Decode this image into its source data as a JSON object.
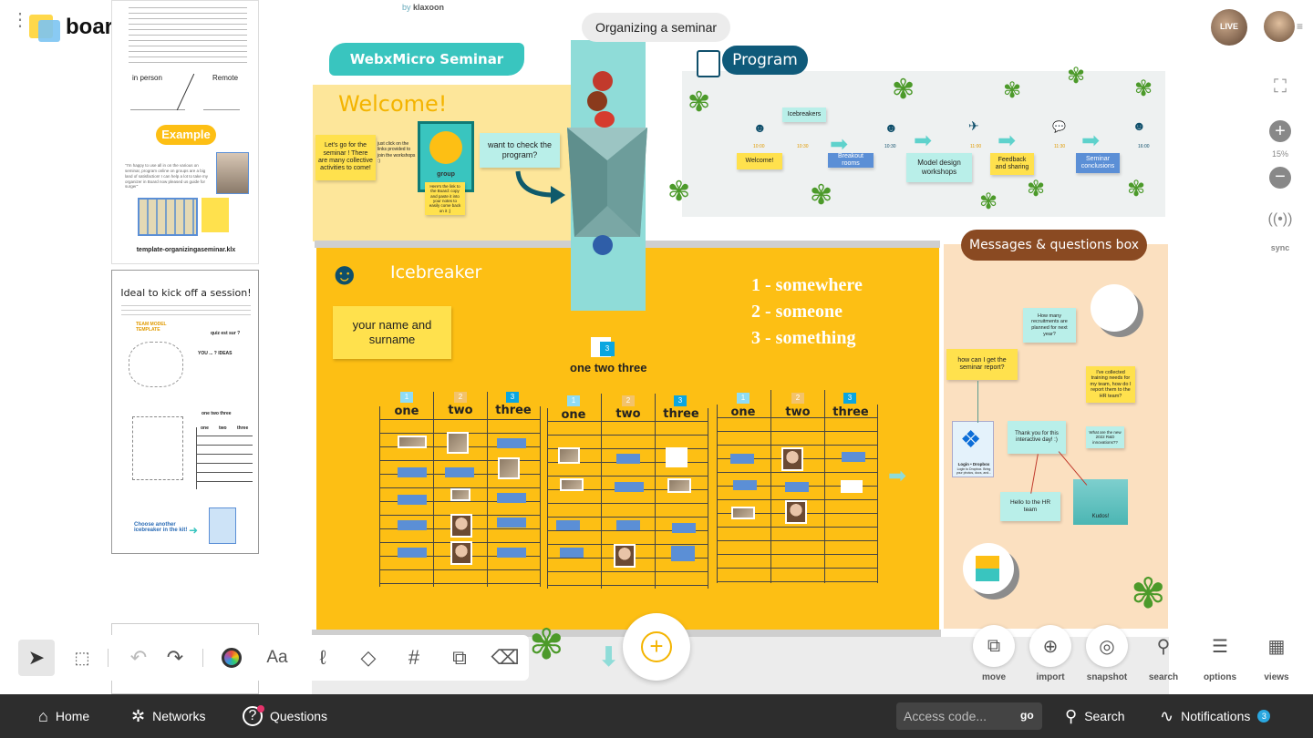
{
  "app": {
    "logo": "board",
    "byline_prefix": "by",
    "byline_brand": "klaxoon",
    "board_title": "Organizing a seminar",
    "live_badge": "LIVE"
  },
  "sidebar": {
    "template_file": "template-organizingaseminar.klx",
    "in_person": "in person",
    "remote": "Remote",
    "example": "Example",
    "quote": "\"I'm happy to use all in on the various on seminar, program online on groups are a big land of satisfaction! I can help a lot to take my organizer in Board now pleased us guide for surger\"",
    "card2_title": "Ideal to kick off a session!",
    "card2_team": "TEAM MODEL TEMPLATE",
    "card2_quiz": "quiz est sur ?",
    "card2_ideas": "YOU ... ? IDEAS",
    "card2_onetwothree": "one two three",
    "card2_cols": [
      "one",
      "two",
      "three"
    ],
    "choose_another": "Choose another icebreaker in the kit!"
  },
  "welcome": {
    "banner": "WebxMicro Seminar",
    "title": "Welcome!",
    "note1": "Let's go for the seminar ! There are many collective activities to come!",
    "note2": "just click on the links provided to join the workshops :)",
    "group_label": "group",
    "group_note": "Here's the link to the Board: copy and paste it into your notes to easily come back on it ;)",
    "note3": "want to check the program?"
  },
  "program": {
    "title": "Program",
    "items": [
      {
        "time": "10:00",
        "label": "Welcome!"
      },
      {
        "time": "10:30",
        "label": "Icebreakers"
      },
      {
        "time": "",
        "label": "Breakout rooms"
      },
      {
        "time": "10:30",
        "label": "Model design workshops"
      },
      {
        "time": "11:00",
        "label": "Feedback and sharing"
      },
      {
        "time": "11:30",
        "label": "Seminar conclusions"
      },
      {
        "time": "16:00",
        "label": ""
      }
    ]
  },
  "icebreaker": {
    "title": "Icebreaker",
    "name_note": "your name and surname",
    "rules": [
      "1 - somewhere",
      "2 - someone",
      "3 - something"
    ],
    "center_label": "one two three",
    "center_badge": "3",
    "columns": [
      "one",
      "two",
      "three",
      "one",
      "two",
      "three",
      "one",
      "two",
      "three"
    ],
    "badges": [
      "1",
      "2",
      "3",
      "1",
      "2",
      "3",
      "1",
      "2",
      "3"
    ]
  },
  "messages": {
    "title": "Messages & questions box",
    "notes": [
      "How many recruitments are planned for next year?",
      "how can I get the seminar report?",
      "I've collected training needs for my team, how do I report them to the HR team?",
      "Thank you for this interactive day! :)",
      "What are the new 2022 R&D innovations??",
      "Hello to the HR team",
      "Kudos!"
    ],
    "dropbox_title": "Login • Dropbox",
    "dropbox_sub": "Login to Dropbox. Bring your photos, docs, and..."
  },
  "zoom": {
    "level": "15%"
  },
  "right_controls": {
    "sync": "sync"
  },
  "bottom_tools": [
    {
      "label": "move"
    },
    {
      "label": "import"
    },
    {
      "label": "snapshot"
    },
    {
      "label": "search"
    },
    {
      "label": "options"
    },
    {
      "label": "views"
    }
  ],
  "toolbar": {
    "text_tool": "Aa"
  },
  "nav": {
    "home": "Home",
    "networks": "Networks",
    "questions": "Questions",
    "access_placeholder": "Access code...",
    "go": "go",
    "search": "Search",
    "notifications": "Notifications",
    "notifications_count": "3"
  },
  "colors": {
    "icebreaker_bg": "#fdbf14",
    "welcome_bg": "#fde69a",
    "messages_bg": "#fbe0c0",
    "teal": "#39c5bf",
    "nav_bg": "#2d2d2d"
  }
}
